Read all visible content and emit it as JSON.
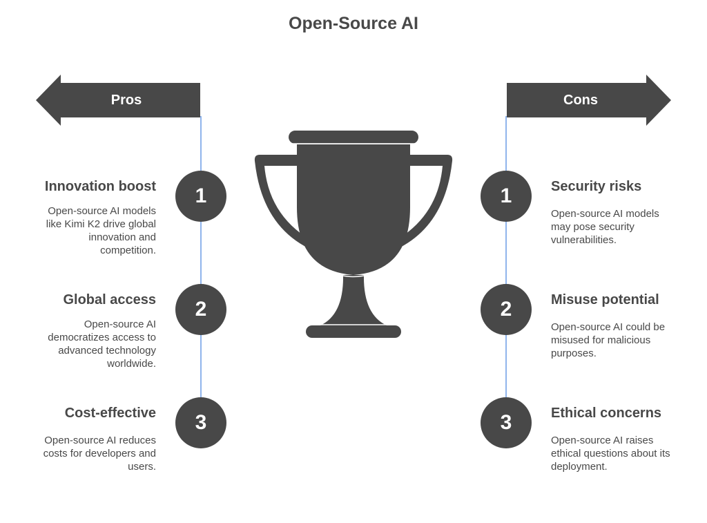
{
  "title": "Open-Source AI",
  "colors": {
    "shape": "#484848",
    "line": "#6a9be6",
    "text": "#484848",
    "background": "#ffffff"
  },
  "pros": {
    "label": "Pros",
    "items": [
      {
        "number": "1",
        "heading": "Innovation boost",
        "text": "Open-source AI models like Kimi K2 drive global innovation and competition."
      },
      {
        "number": "2",
        "heading": "Global access",
        "text": "Open-source AI democratizes access to advanced technology worldwide."
      },
      {
        "number": "3",
        "heading": "Cost-effective",
        "text": "Open-source AI reduces costs for developers and users."
      }
    ]
  },
  "cons": {
    "label": "Cons",
    "items": [
      {
        "number": "1",
        "heading": "Security risks",
        "text": "Open-source AI models may pose security vulnerabilities."
      },
      {
        "number": "2",
        "heading": "Misuse potential",
        "text": "Open-source AI could be misused for malicious purposes."
      },
      {
        "number": "3",
        "heading": "Ethical concerns",
        "text": "Open-source AI raises ethical questions about its deployment."
      }
    ]
  },
  "icons": {
    "center": "trophy-icon",
    "pros_arrow": "left-arrow-icon",
    "cons_arrow": "right-arrow-icon"
  }
}
